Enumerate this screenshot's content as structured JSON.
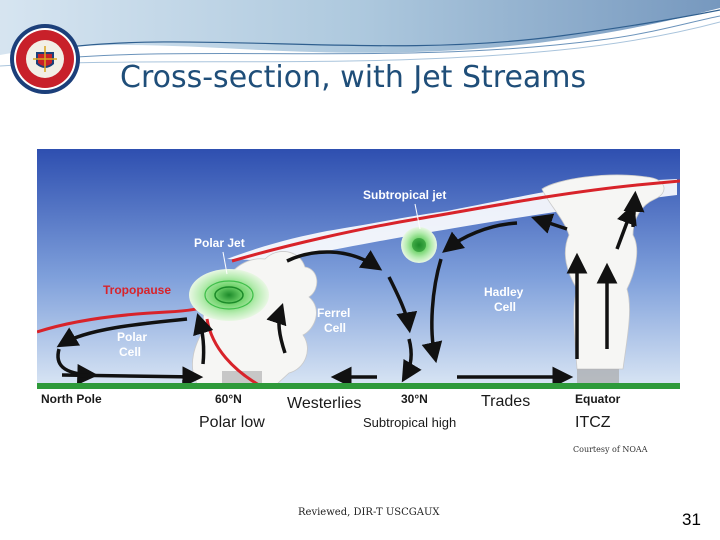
{
  "slide": {
    "title": "Cross-section, with Jet Streams",
    "credit": "Courtesy of NOAA",
    "footer": "Reviewed, DIR-T USCGAUX",
    "page_number": "31"
  },
  "diagram": {
    "labels": {
      "subtropical_jet": "Subtropical jet",
      "polar_jet": "Polar Jet",
      "tropopause": "Tropopause",
      "polar_cell": [
        "Polar",
        "Cell"
      ],
      "ferrel_cell": [
        "Ferrel",
        "Cell"
      ],
      "hadley_cell": [
        "Hadley",
        "Cell"
      ],
      "north_pole": "North Pole",
      "lat_60": "60°N",
      "lat_30": "30°N",
      "equator": "Equator",
      "westerlies": "Westerlies",
      "trades": "Trades",
      "polar_low": "Polar low",
      "subtropical_high": "Subtropical high",
      "itcz": "ITCZ"
    },
    "colors": {
      "sky_top": "#2e4fb0",
      "sky_bottom": "#c8daf0",
      "ground": "#2e9a3a",
      "tropopause_red": "#d8232a",
      "jet_green": "#3fbf4a",
      "label_red": "#d8232a",
      "label_white": "#ffffff"
    }
  }
}
